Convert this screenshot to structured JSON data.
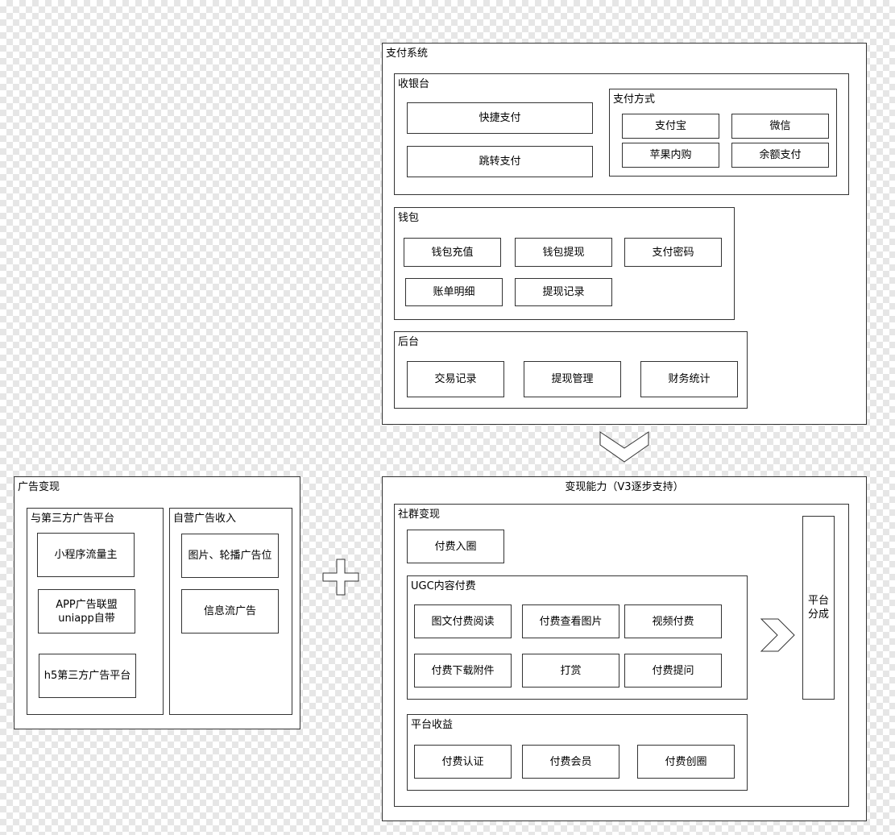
{
  "payment_system": {
    "title": "支付系统",
    "checkout": {
      "title": "收银台",
      "quick_pay": "快捷支付",
      "redirect_pay": "跳转支付",
      "methods": {
        "title": "支付方式",
        "alipay": "支付宝",
        "wechat": "微信",
        "apple_iap": "苹果内购",
        "balance_pay": "余额支付"
      }
    },
    "wallet": {
      "title": "钱包",
      "recharge": "钱包充值",
      "withdraw": "钱包提现",
      "pay_password": "支付密码",
      "bill_detail": "账单明细",
      "withdraw_records": "提现记录"
    },
    "backend": {
      "title": "后台",
      "trade_records": "交易记录",
      "withdraw_manage": "提现管理",
      "finance_stats": "财务统计"
    }
  },
  "monetization": {
    "title": "变现能力（V3逐步支持）",
    "community": {
      "title": "社群变现",
      "paid_join": "付费入圈",
      "ugc": {
        "title": "UGC内容付费",
        "paid_read": "图文付费阅读",
        "paid_images": "付费查看图片",
        "paid_video": "视频付费",
        "paid_download": "付费下载附件",
        "tip": "打赏",
        "paid_question": "付费提问"
      },
      "platform_income": {
        "title": "平台收益",
        "paid_verify": "付费认证",
        "paid_member": "付费会员",
        "paid_create_circle": "付费创圈"
      }
    },
    "revenue_share": "平台\n分成"
  },
  "ad_monetization": {
    "title": "广告变现",
    "third_party": {
      "title": "与第三方广告平台",
      "mini_program": "小程序流量主",
      "app_union": "APP广告联盟\nuniapp自带",
      "h5_platform": "h5第三方广告平台"
    },
    "self_operated": {
      "title": "自营广告收入",
      "banner": "图片、轮播广告位",
      "feed_ads": "信息流广告"
    }
  }
}
